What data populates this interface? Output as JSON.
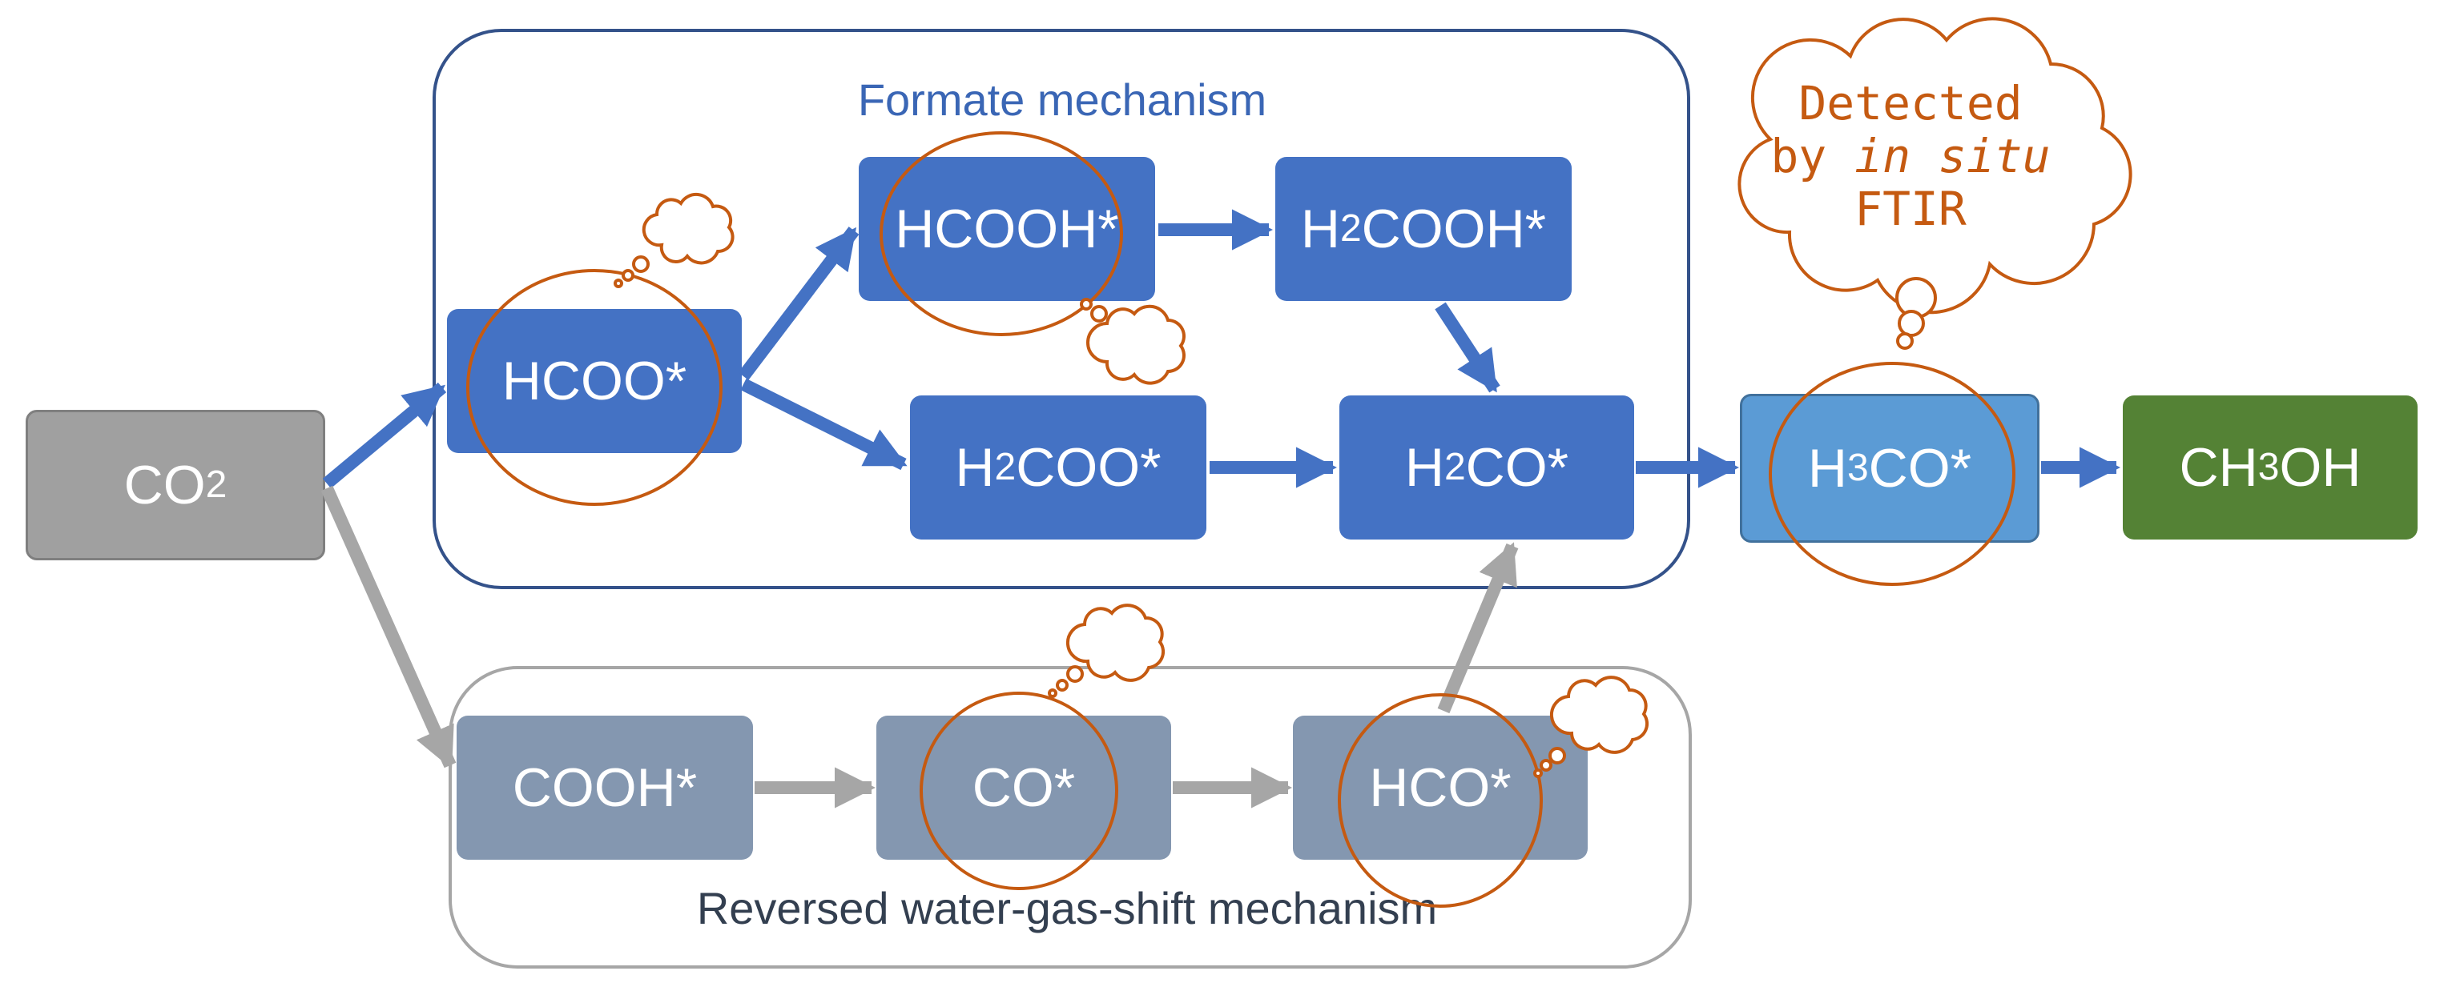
{
  "groups": {
    "formate": "Formate mechanism",
    "rwgs": "Reversed water-gas-shift mechanism"
  },
  "nodes": {
    "co2": {
      "base": "CO",
      "sub": "2",
      "tail": ""
    },
    "hcoo": {
      "base": "HCOO*",
      "sub": "",
      "tail": ""
    },
    "hcooh": {
      "base": "HCOOH*",
      "sub": "",
      "tail": ""
    },
    "h2cooh": {
      "base": "H",
      "sub": "2",
      "tail": "COOH*"
    },
    "h2coo": {
      "base": "H",
      "sub": "2",
      "tail": "COO*"
    },
    "h2co": {
      "base": "H",
      "sub": "2",
      "tail": "CO*"
    },
    "h3co": {
      "base": "H",
      "sub": "3",
      "tail": "CO*"
    },
    "ch3oh": {
      "base": "CH",
      "sub": "3",
      "tail": "OH"
    },
    "cooh": {
      "base": "COOH*",
      "sub": "",
      "tail": ""
    },
    "co": {
      "base": "CO*",
      "sub": "",
      "tail": ""
    },
    "hco": {
      "base": "HCO*",
      "sub": "",
      "tail": ""
    }
  },
  "callout": {
    "line1": "Detected",
    "line2_prefix": "by ",
    "line2_italic": "in situ",
    "line3": "FTIR"
  },
  "colors": {
    "formate_node": "#4472c4",
    "rwgs_node": "#8497b0",
    "co2_node": "#a0a0a0",
    "h3co_node": "#5b9bd5",
    "methanol_node": "#548235",
    "blue_arrow": "#4472c4",
    "grey_arrow": "#a6a6a6",
    "highlight_circle": "#c55a11"
  }
}
